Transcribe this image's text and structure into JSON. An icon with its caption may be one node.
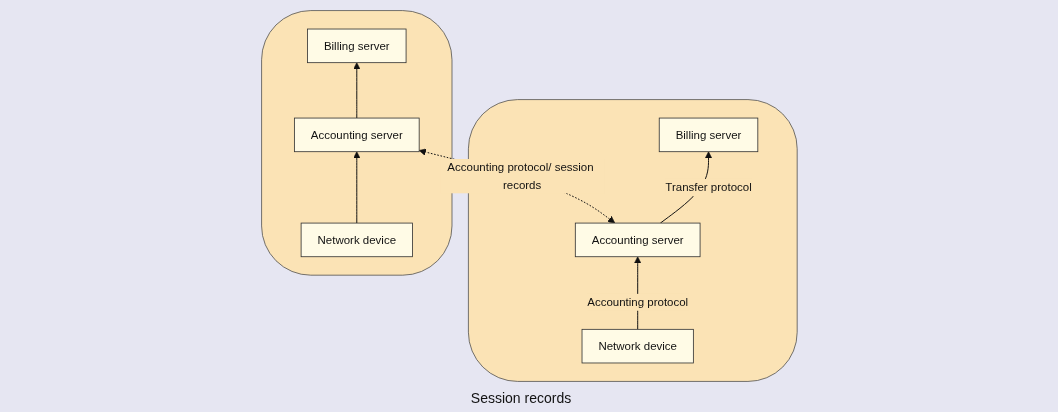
{
  "diagram": {
    "nodes": [
      {
        "text": [],
        "shape": "cloud"
      },
      {
        "text": [
          "Billing server"
        ],
        "in": 0
      },
      {
        "text": [
          "Accounting server"
        ],
        "in": 0
      },
      {
        "text": [
          "Network device"
        ],
        "in": 0
      },
      {
        "text": [],
        "shape": "cloud"
      },
      {
        "text": [
          "Billing server"
        ],
        "in": 4
      },
      {
        "text": [
          "Accounting server"
        ],
        "in": 4
      },
      {
        "text": [
          "Network device"
        ],
        "in": 4
      }
    ],
    "edges": [
      {
        "from": 2,
        "to": 1,
        "arrow": "to",
        "label": "Transfer protocol"
      },
      {
        "from": 3,
        "to": 2,
        "arrow": "to",
        "label": "Accounting protocol"
      },
      {
        "from": 2,
        "to": 6,
        "arrow": "both",
        "style": "dashed",
        "label": "Accounting protocol/ session records"
      },
      {
        "from": 6,
        "to": 5,
        "arrow": "to"
      },
      {
        "from": 7,
        "to": 6,
        "arrow": "to"
      }
    ],
    "labels": [
      "Session records"
    ]
  }
}
